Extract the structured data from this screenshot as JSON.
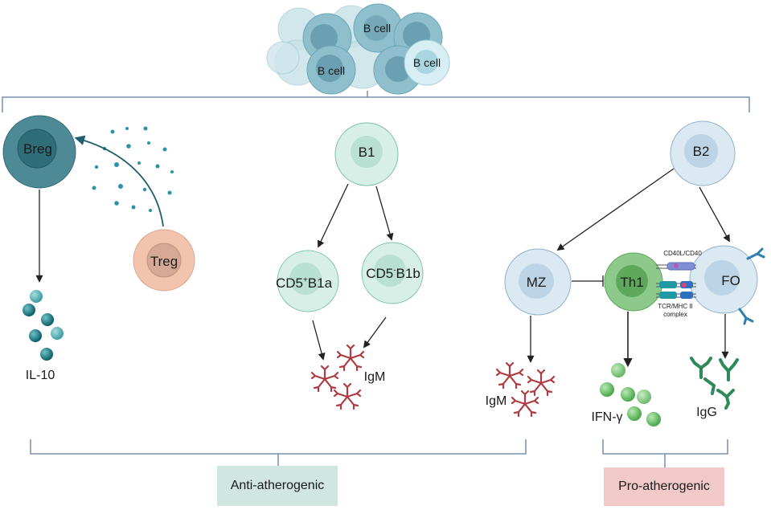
{
  "top_cluster": {
    "labels": [
      "B cell",
      "B cell",
      "B cell"
    ]
  },
  "cells": {
    "breg": "Breg",
    "treg": "Treg",
    "b1": "B1",
    "b1a": "B1a",
    "b1a_prefix": "CD5",
    "b1a_sup": "+",
    "b1b": "B1b",
    "b1b_prefix": "CD5",
    "b1b_sup": "-",
    "b2": "B2",
    "mz": "MZ",
    "th1": "Th1",
    "fo": "FO"
  },
  "receptors": {
    "top": "CD40L/CD40",
    "bottom_line1": "TCR/MHC II",
    "bottom_line2": "complex"
  },
  "outputs": {
    "il10": "IL-10",
    "igm_b1": "IgM",
    "igm_mz": "IgM",
    "ifng": "IFN-γ",
    "igg": "IgG"
  },
  "groups": {
    "anti": "Anti-atherogenic",
    "pro": "Pro-atherogenic"
  },
  "colors": {
    "line": "#7a8fb0",
    "arrow": "#222222",
    "breg": "#4d8a96",
    "treg": "#f2c4ad",
    "b1": "#d8efe8",
    "b2": "#dbe9f3",
    "th1": "#8cc98a",
    "il10_bead": "#1d7f87",
    "igm": "#b03a42",
    "ifng": "#6cc36a",
    "igg": "#2e8a58",
    "anti_bg": "#cfe6e1",
    "pro_bg": "#f2c9c9"
  }
}
